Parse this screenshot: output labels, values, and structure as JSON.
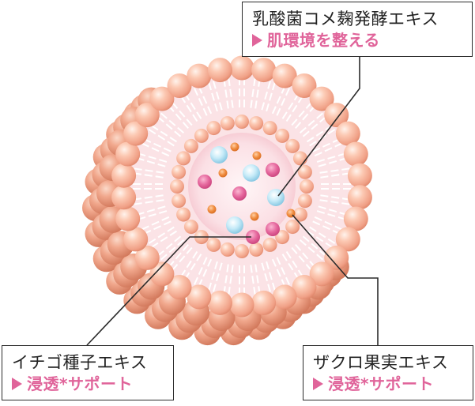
{
  "labels": {
    "lactic": {
      "title": "乳酸菌コメ麹発酵エキス",
      "sub": "肌環境を整える"
    },
    "strawberry": {
      "title": "イチゴ種子エキス",
      "sub": "浸透*サポート"
    },
    "pomegranate": {
      "title": "ザクロ果実エキス",
      "sub": "浸透*サポート"
    }
  },
  "colors": {
    "sphere_light": "#fde0d2",
    "sphere_mid": "#f7b49a",
    "sphere_dark": "#e3886a",
    "interior": "#fbe4e8",
    "blue_particle": "#bfe6f5",
    "pink_particle": "#e25c94",
    "orange_particle": "#ee8a3c",
    "accent_text": "#e0649a",
    "leader_line": "#2b2b2b"
  }
}
